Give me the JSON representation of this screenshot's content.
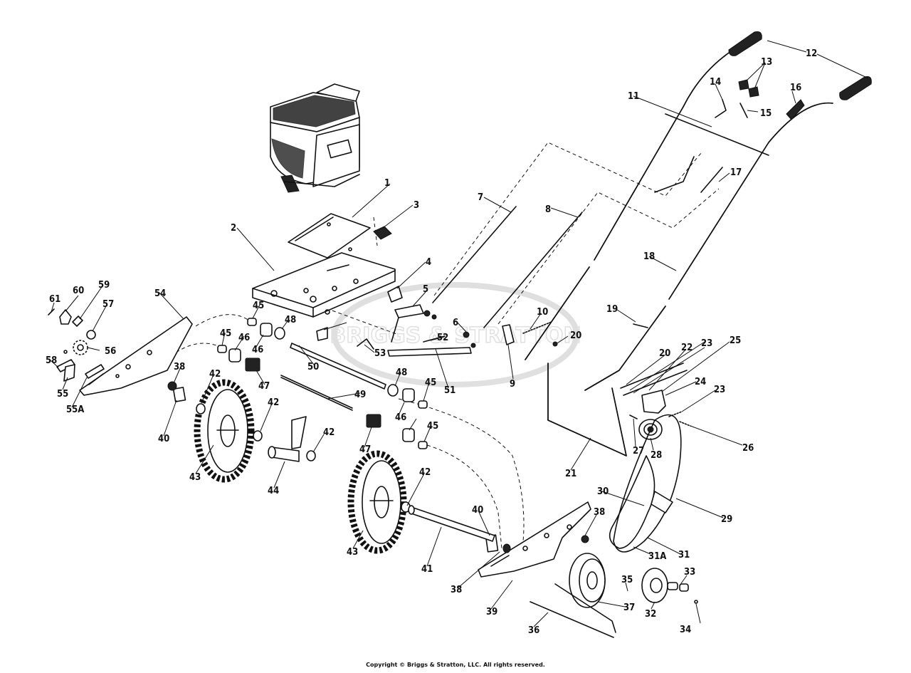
{
  "diagram": {
    "watermark": "BRIGGS & STRATTON",
    "callouts": [
      "1",
      "2",
      "3",
      "4",
      "5",
      "6",
      "7",
      "8",
      "9",
      "10",
      "11",
      "12",
      "13",
      "14",
      "15",
      "16",
      "17",
      "18",
      "19",
      "20",
      "20",
      "21",
      "22",
      "23",
      "23",
      "24",
      "25",
      "26",
      "27",
      "28",
      "29",
      "30",
      "31",
      "31A",
      "32",
      "33",
      "34",
      "35",
      "36",
      "37",
      "38",
      "38",
      "38",
      "39",
      "40",
      "40",
      "41",
      "42",
      "42",
      "42",
      "42",
      "43",
      "43",
      "44",
      "45",
      "45",
      "45",
      "45",
      "46",
      "46",
      "46",
      "47",
      "47",
      "48",
      "48",
      "49",
      "50",
      "51",
      "52",
      "53",
      "54",
      "55",
      "55A",
      "56",
      "57",
      "58",
      "59",
      "60",
      "61"
    ]
  },
  "footer": {
    "copyright": "Copyright © Briggs & Stratton, LLC. All rights reserved."
  }
}
